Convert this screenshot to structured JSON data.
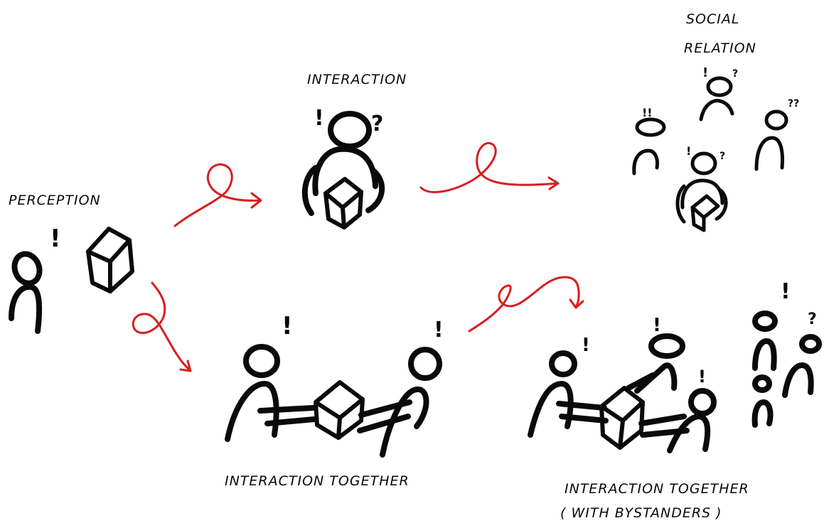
{
  "labels": {
    "perception": "PERCEPTION",
    "interaction": "INTERACTION",
    "social_relation_line1": "SOCIAL",
    "social_relation_line2": "RELATION",
    "interaction_together": "INTERACTION   TOGETHER",
    "interaction_together_bystanders_line1": "INTERACTION   TOGETHER",
    "interaction_together_bystanders_line2": "( WITH  BYSTANDERS )"
  },
  "marks": {
    "exclaim": "!",
    "question": "?",
    "double_exclaim": "!!",
    "double_question": "??"
  },
  "colors": {
    "ink": "#0a0a0a",
    "arrow": "#d81e1e",
    "background": "#ffffff"
  }
}
